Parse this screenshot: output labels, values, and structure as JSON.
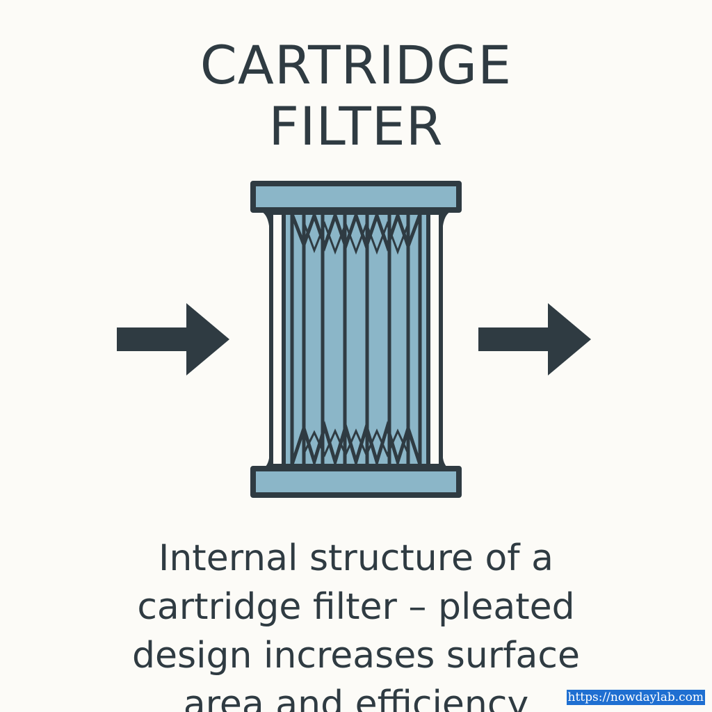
{
  "title": {
    "line1": "CARTRIDGE",
    "line2": "FILTER"
  },
  "caption": {
    "line1": "Internal structure of a",
    "line2": "cartridge filter – pleated",
    "line3": "design increases surface",
    "line4": "area and efficiency"
  },
  "watermark": "https://nowdaylab.com",
  "colors": {
    "background": "#fcfbf7",
    "outline": "#2f3b42",
    "filter_fill": "#8bb6c8"
  }
}
